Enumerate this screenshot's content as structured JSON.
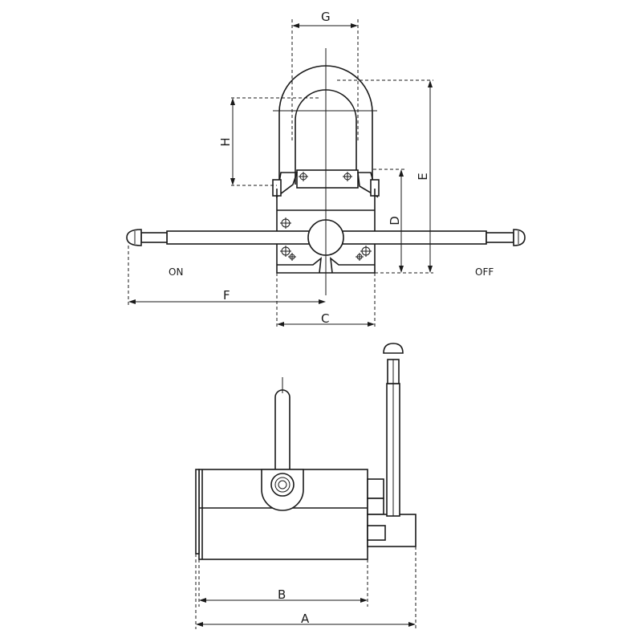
{
  "dimensions": {
    "a": "A",
    "b": "B",
    "c": "C",
    "d": "D",
    "e": "E",
    "f": "F",
    "g": "G",
    "h": "H"
  },
  "handle_positions": {
    "on": "ON",
    "off": "OFF"
  }
}
